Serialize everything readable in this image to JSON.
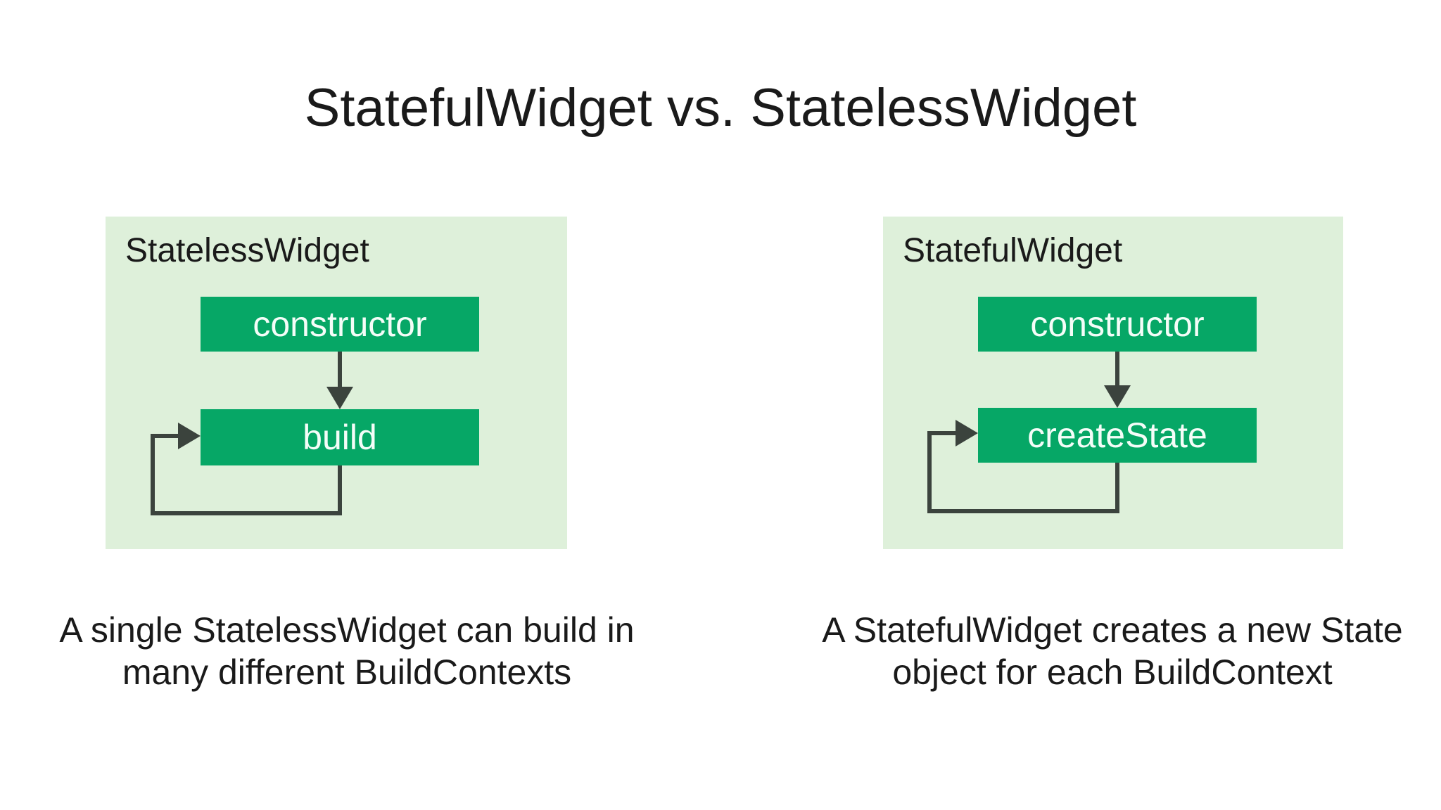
{
  "title": "StatefulWidget vs. StatelessWidget",
  "colors": {
    "ink": "#1a1a1a",
    "panel_bg": "#def0da",
    "node_green": "#06a766",
    "node_text": "#f4fdf8",
    "arrow": "#3b433d"
  },
  "panels": {
    "stateless": {
      "heading": "StatelessWidget",
      "constructor_label": "constructor",
      "method_label": "build",
      "caption_line1": "A single StatelessWidget can build in",
      "caption_line2": "many different BuildContexts"
    },
    "stateful": {
      "heading": "StatefulWidget",
      "constructor_label": "constructor",
      "method_label": "createState",
      "caption_line1": "A StatefulWidget creates a new State",
      "caption_line2": "object for each BuildContext"
    }
  }
}
